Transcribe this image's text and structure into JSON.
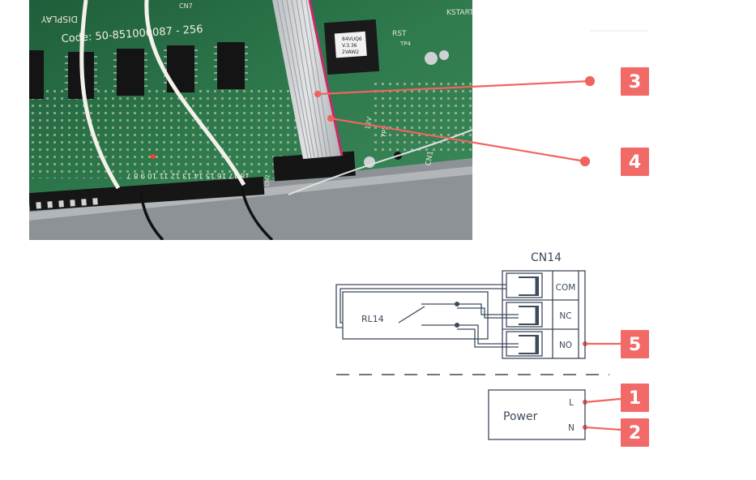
{
  "photo": {
    "board_code": "Code: 50-851000087 - 256",
    "display_label": "DISPLAY",
    "cn7_label": "CN7",
    "cn1_label": "CN1",
    "rst_label": "RST",
    "kstart_label": "KSTART",
    "tp4_label": "TP4",
    "tp2_label": "TP2",
    "v12_label": "12V",
    "cn2_label": "CN2",
    "connector_numbers": "18 17 16 15 14 13 12 11 10 9 8 7",
    "chip_line1": "84VUQ6",
    "chip_line2": "V.3.36",
    "chip_line3": "2VAW2"
  },
  "schematic": {
    "connector_title": "CN14",
    "terminals": [
      "COM",
      "NC",
      "NO"
    ],
    "relay_label": "RL14",
    "power_label": "Power",
    "power_terminals": [
      "L",
      "N"
    ]
  },
  "callouts": {
    "c3": "3",
    "c4": "4",
    "c5": "5",
    "c1": "1",
    "c2": "2"
  },
  "colors": {
    "callout_fill": "#f26a67",
    "callout_text": "#ffffff",
    "leader_line": "#f0645f",
    "schematic_stroke": "#3d4a5c",
    "pcb_green": "#2f7a4e"
  }
}
